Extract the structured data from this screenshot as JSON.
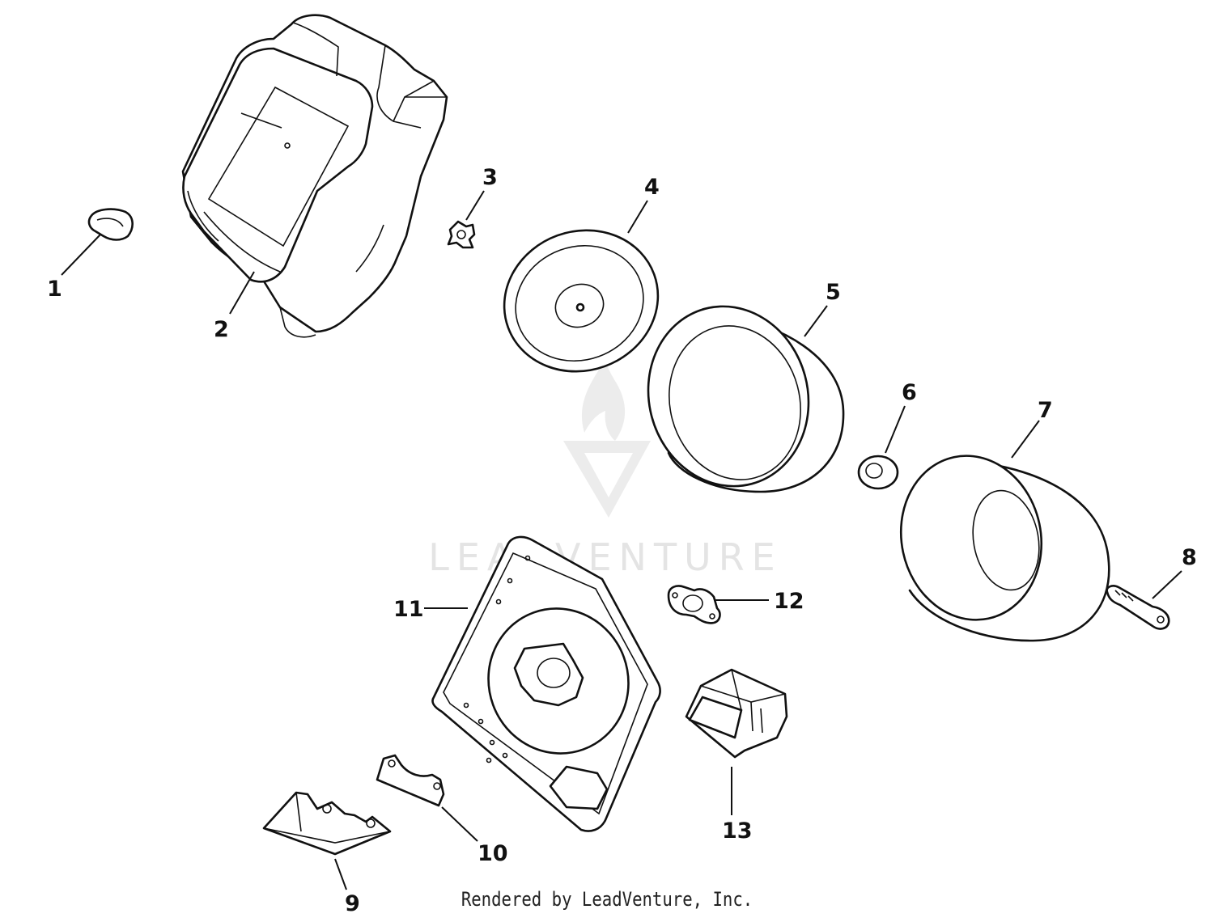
{
  "watermark": {
    "text": "LEADVENTURE"
  },
  "footer": {
    "text": "Rendered by LeadVenture, Inc."
  },
  "callouts": [
    {
      "n": "1"
    },
    {
      "n": "2"
    },
    {
      "n": "3"
    },
    {
      "n": "4"
    },
    {
      "n": "5"
    },
    {
      "n": "6"
    },
    {
      "n": "7"
    },
    {
      "n": "8"
    },
    {
      "n": "9"
    },
    {
      "n": "10"
    },
    {
      "n": "11"
    },
    {
      "n": "12"
    },
    {
      "n": "13"
    }
  ],
  "colors": {
    "ink": "#111111",
    "watermark": "#e4e4e4",
    "background": "#ffffff"
  }
}
